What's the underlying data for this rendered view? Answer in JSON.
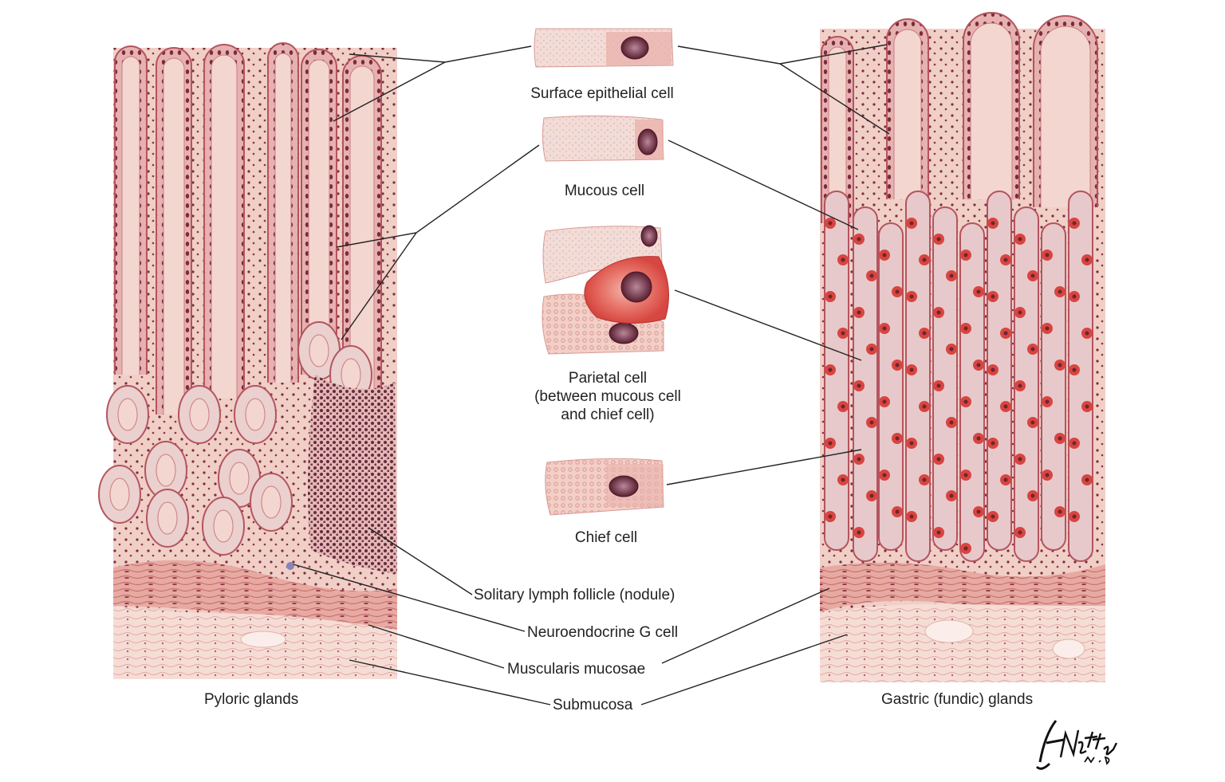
{
  "labels": {
    "surface_epithelial_cell": "Surface epithelial cell",
    "mucous_cell": "Mucous cell",
    "parietal_cell_line1": "Parietal cell",
    "parietal_cell_line2": "(between mucous cell",
    "parietal_cell_line3": "and chief cell)",
    "chief_cell": "Chief cell",
    "solitary_lymph_follicle": "Solitary lymph follicle (nodule)",
    "neuroendocrine_g_cell": "Neuroendocrine G cell",
    "muscularis_mucosae": "Muscularis mucosae",
    "submucosa": "Submucosa",
    "pyloric_glands": "Pyloric glands",
    "gastric_fundic_glands": "Gastric (fundic) glands"
  },
  "signature": "F. Netter M.D.",
  "colors": {
    "tissue_pale": "#f3d6cf",
    "tissue_pink": "#e9a9a4",
    "gland_wall": "#b5545f",
    "nucleus": "#6e2433",
    "parietal_red": "#d8453f",
    "muscle": "#d98a84",
    "leader_line": "#222222"
  }
}
